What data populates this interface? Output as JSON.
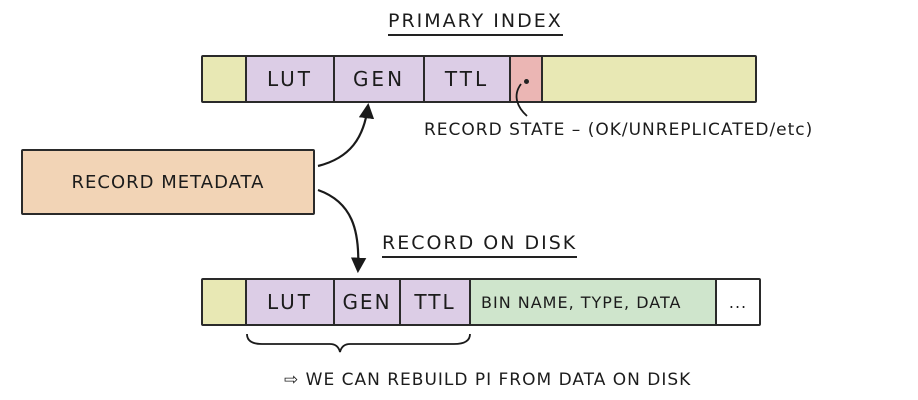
{
  "primary_index": {
    "title": "PRIMARY INDEX",
    "fields": [
      "LUT",
      "GEN",
      "TTL"
    ]
  },
  "record_state_note": "RECORD STATE – (OK/UNREPLICATED/etc)",
  "metadata": {
    "label": "RECORD METADATA"
  },
  "record_on_disk": {
    "title": "RECORD ON DISK",
    "fields": [
      "LUT",
      "GEN",
      "TTL"
    ],
    "bins_label": "BIN NAME, TYPE, DATA",
    "ellipsis": "..."
  },
  "conclusion": "⇨ WE CAN REBUILD PI FROM DATA ON DISK",
  "colors": {
    "yellow": "#e8e8b4",
    "purple": "#dccde6",
    "red": "#ebb6b4",
    "green": "#cfe5cc",
    "orange": "#f2d4b6"
  }
}
